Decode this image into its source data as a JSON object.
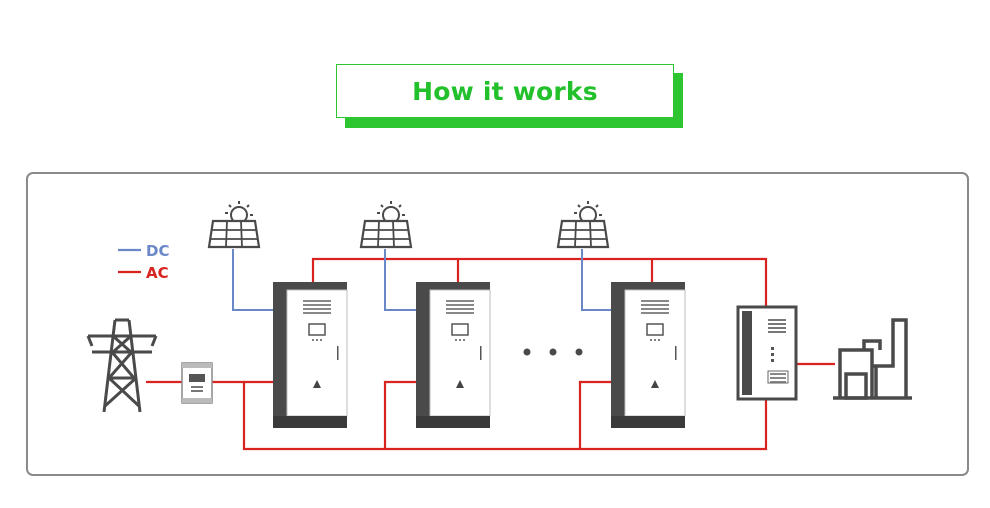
{
  "header": {
    "title": "How it works"
  },
  "legend": {
    "dc": {
      "label": "DC",
      "color": "#6a87c8"
    },
    "ac": {
      "label": "AC",
      "color": "#d8231f"
    }
  },
  "colors": {
    "accent": "#2dc631",
    "dc_line": "#6a87c8",
    "ac_line": "#d8231f",
    "equipment": "#4a4a4a"
  },
  "icons": [
    "transmission-tower-icon",
    "energy-meter-icon",
    "solar-panel-icon",
    "storage-cabinet-icon",
    "ellipsis-icon",
    "combiner-cabinet-icon",
    "factory-icon"
  ]
}
